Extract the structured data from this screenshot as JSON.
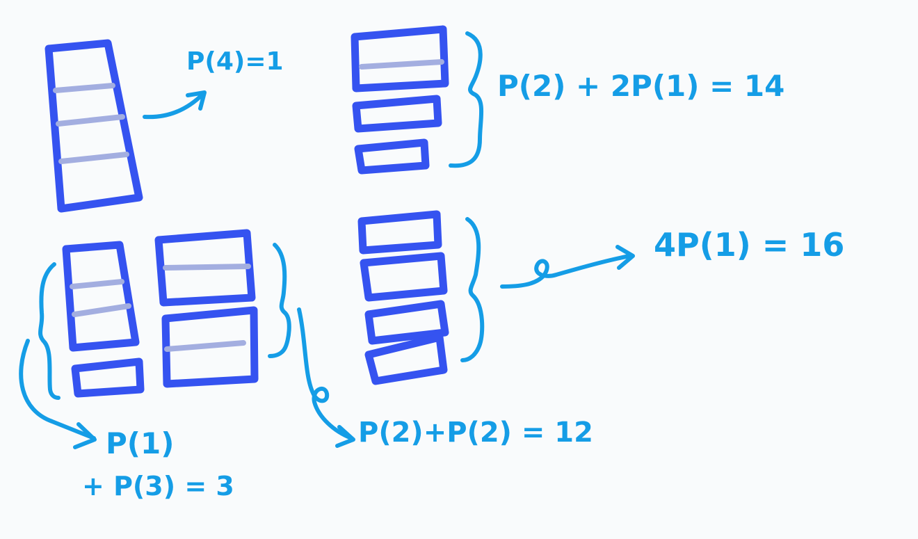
{
  "colors": {
    "background": "#f9fbfc",
    "stick": "#3553f0",
    "cut_mark": "#a3aee0",
    "annotation": "#159de6"
  },
  "labels": {
    "single_piece": "P(4)=1",
    "two_plus_one_one": "P(2) + 2P(1) = 14",
    "four_ones": "4P(1) = 16",
    "one_plus_three_line1": "P(1)",
    "one_plus_three_line2": "+ P(3) = 3",
    "two_plus_two": "P(2)+P(2) = 12"
  }
}
